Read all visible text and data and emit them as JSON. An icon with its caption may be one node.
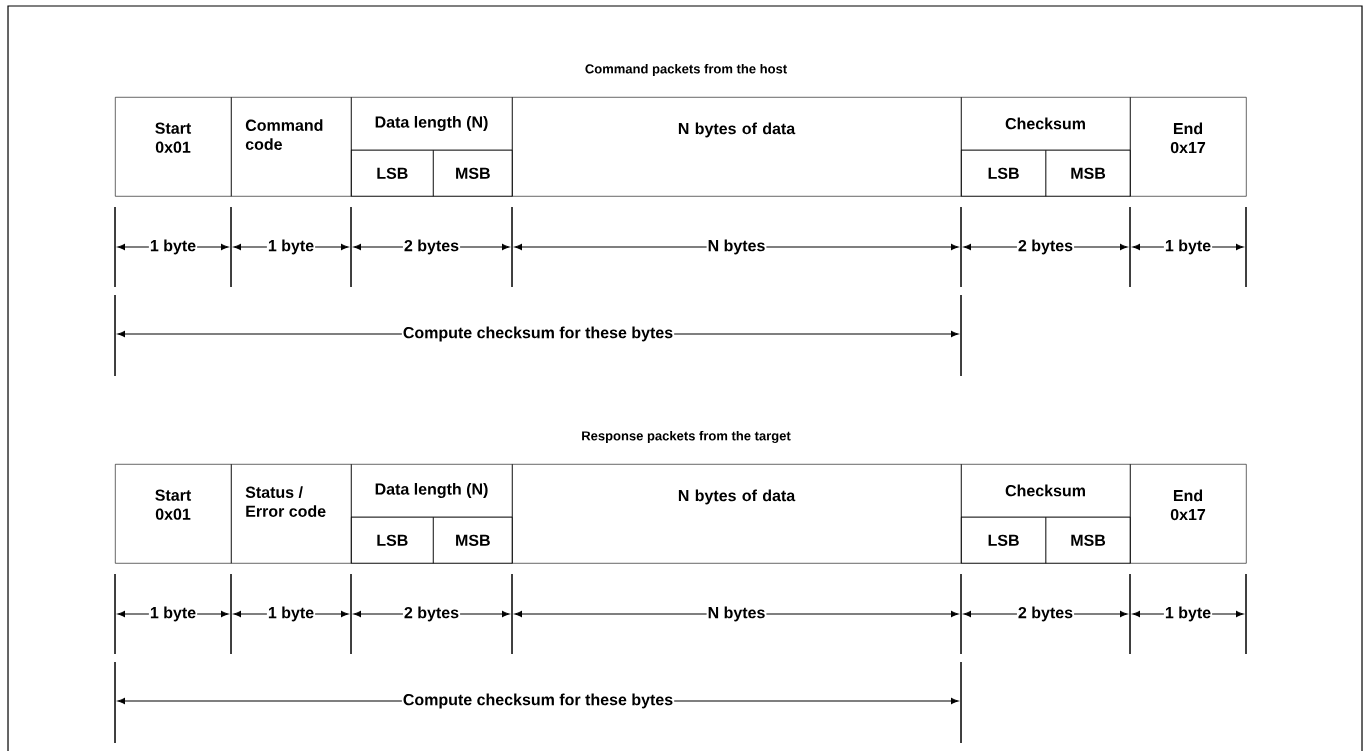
{
  "diagram": {
    "nodes": [
      {
        "text": [
          "Start 0x01"
        ]
      },
      {
        "text": [
          "Command code"
        ]
      },
      {
        "text": [
          "Data length (N)"
        ]
      },
      {
        "text": [
          "LSB"
        ],
        "in": 2
      },
      {
        "text": [
          "MSB"
        ],
        "in": 2
      },
      {
        "text": [
          "N bytes of data"
        ]
      },
      {
        "text": [
          "Checksum"
        ]
      },
      {
        "text": [
          "LSB"
        ],
        "in": 6
      },
      {
        "text": [
          "MSB"
        ],
        "in": 6
      },
      {
        "text": [
          "End 0x17"
        ]
      },
      {
        "text": [
          "Start 0x01"
        ]
      },
      {
        "text": [
          "Status / Error code"
        ]
      },
      {
        "text": [
          "Data length (N)"
        ]
      },
      {
        "text": [
          "LSB"
        ],
        "in": 12
      },
      {
        "text": [
          "MSB"
        ],
        "in": 12
      },
      {
        "text": [
          "N bytes of data"
        ]
      },
      {
        "text": [
          "Checksum"
        ]
      },
      {
        "text": [
          "LSB"
        ],
        "in": 16
      },
      {
        "text": [
          "MSB"
        ],
        "in": 16
      },
      {
        "text": [
          "End 0x17"
        ]
      }
    ],
    "edges": [],
    "labels": [
      "Command packets from the host",
      "1 byte",
      "1 byte",
      "2 bytes",
      "N bytes",
      "2 bytes",
      "1 byte",
      "Compute checksum for these bytes",
      "Response packets from the target",
      "1 byte",
      "1 byte",
      "2 bytes",
      "N bytes",
      "2 bytes",
      "1 byte",
      "Compute checksum for these bytes"
    ]
  }
}
